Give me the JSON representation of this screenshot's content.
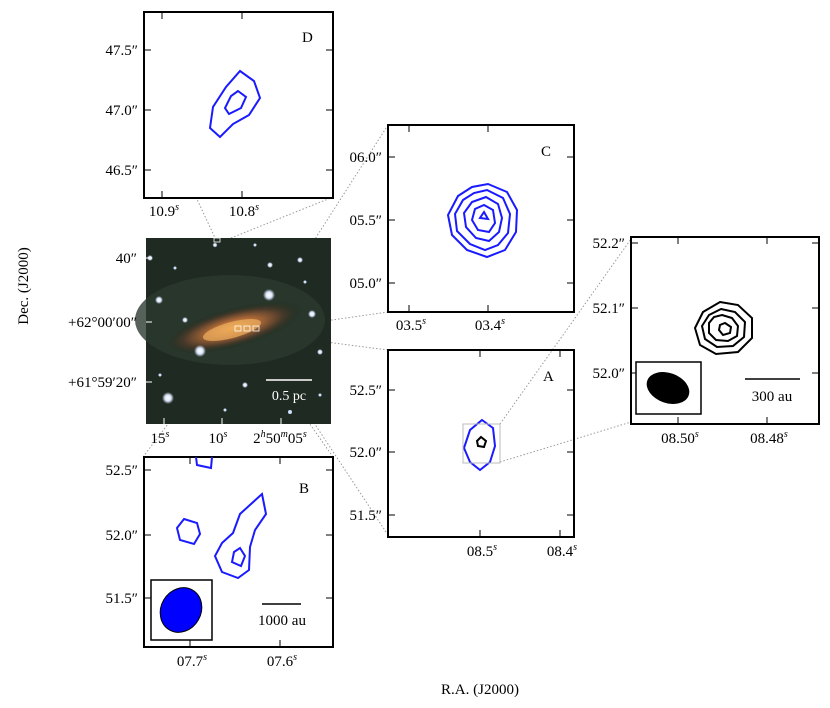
{
  "axes": {
    "xlabel": "R.A. (J2000)",
    "ylabel": "Dec. (J2000)"
  },
  "panels": {
    "D": {
      "letter": "D",
      "yticks": [
        "47.5″",
        "47.0″",
        "46.5″"
      ],
      "xticks": [
        {
          "num": "10.9",
          "sup": "s"
        },
        {
          "num": "10.8",
          "sup": "s"
        }
      ]
    },
    "C": {
      "letter": "C",
      "yticks": [
        "06.0″",
        "05.5″",
        "05.0″"
      ],
      "xticks": [
        {
          "num": "03.5",
          "sup": "s"
        },
        {
          "num": "03.4",
          "sup": "s"
        }
      ]
    },
    "main": {
      "yticks": [
        "40″",
        "+62°00′00″",
        "+61°59′20″"
      ],
      "xticks": [
        {
          "num": "15",
          "sup": "s"
        },
        {
          "num": "10",
          "sup": "s"
        },
        {
          "num": "2",
          "sup": "h",
          "num2": "50",
          "sup2": "m",
          "num3": "05",
          "sup3": "s"
        }
      ],
      "scalebar": "0.5 pc"
    },
    "A": {
      "letter": "A",
      "yticks": [
        "52.5″",
        "52.0″",
        "51.5″"
      ],
      "xticks": [
        {
          "num": "08.5",
          "sup": "s"
        },
        {
          "num": "08.4",
          "sup": "s"
        }
      ]
    },
    "Azoom": {
      "yticks": [
        "52.2″",
        "52.1″",
        "52.0″"
      ],
      "xticks": [
        {
          "num": "08.50",
          "sup": "s"
        },
        {
          "num": "08.48",
          "sup": "s"
        }
      ],
      "scalebar": "300 au"
    },
    "B": {
      "letter": "B",
      "yticks": [
        "52.5″",
        "52.0″",
        "51.5″"
      ],
      "xticks": [
        {
          "num": "07.7",
          "sup": "s"
        },
        {
          "num": "07.6",
          "sup": "s"
        }
      ],
      "scalebar": "1000 au"
    }
  },
  "colors": {
    "contour_blue": "#1a1aff",
    "contour_black": "#000000",
    "beam_blue": "#0000ff"
  }
}
